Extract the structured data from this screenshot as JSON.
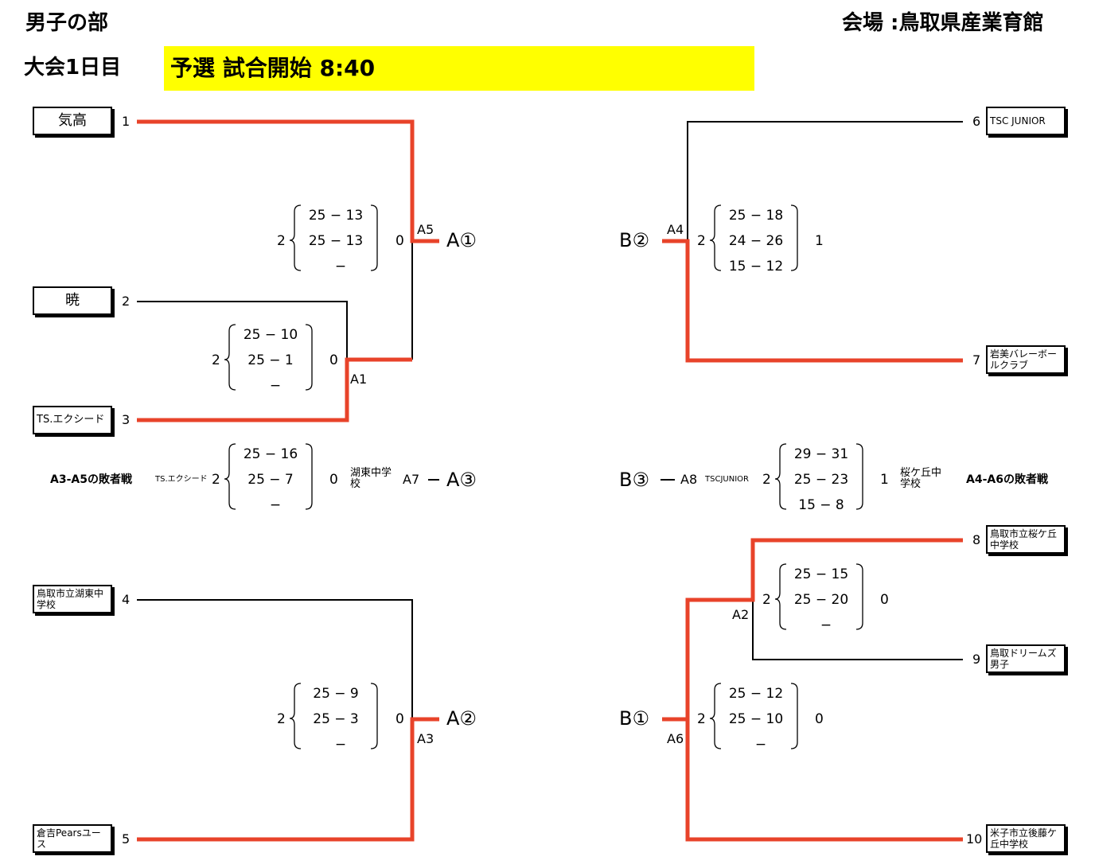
{
  "header": {
    "title": "男子の部",
    "venue": "会場 :鳥取県産業育館",
    "day": "大会1日目",
    "banner": "予選  試合開始  8:40"
  },
  "colors": {
    "winner_line": "#e8432a",
    "banner": "#ffff00"
  },
  "teams": {
    "t1": {
      "seed": "1",
      "name": "気高"
    },
    "t2": {
      "seed": "2",
      "name": "暁"
    },
    "t3": {
      "seed": "3",
      "name": "TS.エクシード"
    },
    "t4": {
      "seed": "4",
      "name": "鳥取市立湖東中学校"
    },
    "t5": {
      "seed": "5",
      "name": "倉吉Pearsユース"
    },
    "t6": {
      "seed": "6",
      "name": "TSC JUNIOR"
    },
    "t7": {
      "seed": "7",
      "name": "岩美バレーボールクラブ"
    },
    "t8": {
      "seed": "8",
      "name": "鳥取市立桜ケ丘中学校"
    },
    "t9": {
      "seed": "9",
      "name": "鳥取ドリームズ男子"
    },
    "t10": {
      "seed": "10",
      "name": "米子市立後藤ケ丘中学校"
    }
  },
  "matches": {
    "A1": {
      "label": "A1",
      "left": "2",
      "right": "0",
      "sets": [
        "25 − 10",
        "25 −  1",
        "−"
      ]
    },
    "A5": {
      "label": "A5",
      "left": "2",
      "right": "0",
      "sets": [
        "25 − 13",
        "25 − 13",
        "−"
      ],
      "result": "A①"
    },
    "A3": {
      "label": "A3",
      "left": "2",
      "right": "0",
      "sets": [
        "25 −  9",
        "25 −  3",
        "−"
      ],
      "result": "A②"
    },
    "A7": {
      "label": "A7",
      "left": "2",
      "right": "0",
      "sets": [
        "25 − 16",
        "25 −  7",
        "−"
      ],
      "result": "A③",
      "caption": "A3-A5の敗者戦",
      "left_team": "TS.エクシード",
      "right_team": "湖東中学校"
    },
    "A4": {
      "label": "A4",
      "left": "2",
      "right": "1",
      "sets": [
        "25 − 18",
        "24 − 26",
        "15 − 12"
      ],
      "result": "B②"
    },
    "A2": {
      "label": "A2",
      "left": "2",
      "right": "0",
      "sets": [
        "25 − 15",
        "25 − 20",
        "−"
      ]
    },
    "A6": {
      "label": "A6",
      "left": "2",
      "right": "0",
      "sets": [
        "25 − 12",
        "25 − 10",
        "−"
      ],
      "result": "B①"
    },
    "A8": {
      "label": "A8",
      "left": "2",
      "right": "1",
      "sets": [
        "29 − 31",
        "25 − 23",
        "15 −  8"
      ],
      "result": "B③",
      "caption": "A4-A6の敗者戦",
      "left_team": "TSCJUNIOR",
      "right_team": "桜ケ丘中学校"
    }
  }
}
